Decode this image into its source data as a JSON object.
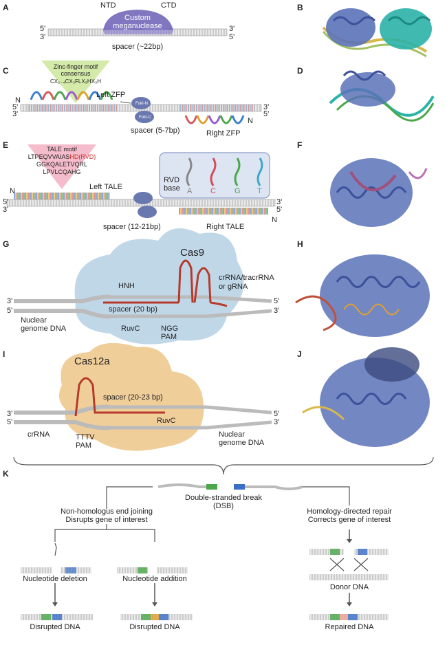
{
  "panels": [
    "A",
    "B",
    "C",
    "D",
    "E",
    "F",
    "G",
    "H",
    "I",
    "J",
    "K"
  ],
  "colors": {
    "protein_blue": "#5b72b8",
    "teal": "#2bb3a8",
    "purple_enzyme": "#6b5fb5",
    "red_rna": "#b63a2a",
    "cas9_bg": "#b9d3e6",
    "cas12_bg": "#eec98f",
    "tale_pink": "#f4b6c6",
    "zf_green": "#cfe8a0",
    "rvd_box": "#dde4f2"
  },
  "A": {
    "ntd": "NTD",
    "ctd": "CTD",
    "enzyme": "Custom meganuclease",
    "spacer": "spacer (~22bp)",
    "five": "5'",
    "three": "3'"
  },
  "C": {
    "zf_title": "Zinc-finger motif consensus",
    "zf_seq": "CX₂₋₄CX₃FLX₅HX₃H",
    "left": "Left ZFP",
    "right": "Right ZFP",
    "spacer": "spacer (5-7bp)",
    "n": "N",
    "fok1": "FokI-N",
    "fok2": "FokI-C"
  },
  "E": {
    "motif_title": "TALE motif",
    "seq1a": "LTPEQVVAIAS",
    "seq1b": "HD(RVD)",
    "seq2": "GGKQALETVQRL",
    "seq3": "LPVLCQAHG",
    "rvd": "RVD",
    "base": "base",
    "bases": [
      "A",
      "C",
      "G",
      "T"
    ],
    "left": "Left TALE",
    "right": "Right TALE",
    "spacer": "spacer (12-21bp)",
    "n": "N"
  },
  "G": {
    "name": "Cas9",
    "crrna": "crRNA/tracrRNA",
    "grna": "or gRNA",
    "hnh": "HNH",
    "spacer": "spacer (20 bp)",
    "ruvc": "RuvC",
    "ngg": "NGG",
    "pam": "PAM",
    "dna1": "Nuclear",
    "dna2": "genome DNA"
  },
  "I": {
    "name": "Cas12a",
    "spacer": "spacer (20-23 bp)",
    "ruvc": "RuvC",
    "crrna": "crRNA",
    "tttv": "TTTV",
    "pam": "PAM",
    "dna1": "Nuclear",
    "dna2": "genome DNA"
  },
  "K": {
    "dsb1": "Double-stranded break",
    "dsb2": "(DSB)",
    "nhej1": "Non-homologus end joining",
    "nhej2": "Disrupts gene of interest",
    "hdr1": "Homology-directed repair",
    "hdr2": "Corrects gene of interest",
    "del": "Nucleotide deletion",
    "add": "Nucleotide addition",
    "disrupted": "Disrupted DNA",
    "donor": "Donor DNA",
    "repaired": "Repaired DNA"
  }
}
